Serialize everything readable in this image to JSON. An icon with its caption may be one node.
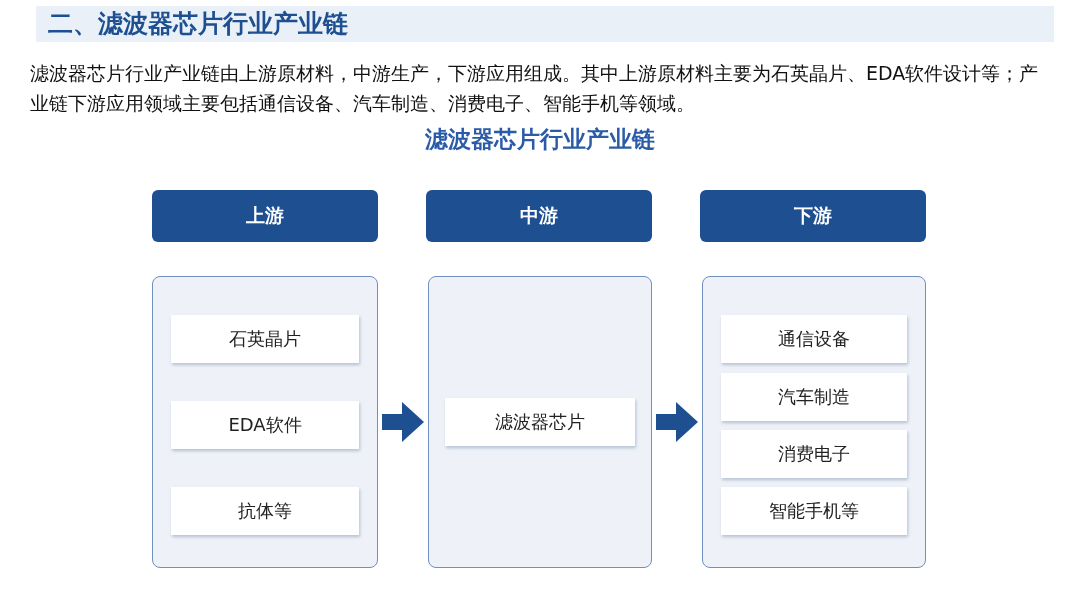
{
  "diagram": {
    "title": "二、滤波器芯片行业产业链",
    "nodes": [
      {
        "text": [
          "上游"
        ]
      },
      {
        "text": [
          "中游"
        ]
      },
      {
        "text": [
          "下游"
        ]
      },
      {
        "text": [],
        "shape": "box"
      },
      {
        "text": [
          "石英晶片"
        ],
        "in": 3
      },
      {
        "text": [
          "EDA软件"
        ],
        "in": 3
      },
      {
        "text": [
          "抗体等"
        ],
        "in": 3
      },
      {
        "text": [],
        "shape": "box"
      },
      {
        "text": [
          "滤波器芯片"
        ],
        "in": 7
      },
      {
        "text": [],
        "shape": "box"
      },
      {
        "text": [
          "通信设备"
        ],
        "in": 9
      },
      {
        "text": [
          "汽车制造"
        ],
        "in": 9
      },
      {
        "text": [
          "消费电子"
        ],
        "in": 9
      },
      {
        "text": [
          "智能手机等"
        ],
        "in": 9
      }
    ],
    "edges": [
      {
        "from": 3,
        "to": 7,
        "arrow": "to"
      },
      {
        "from": 7,
        "to": 9,
        "arrow": "to"
      }
    ],
    "labels": [
      "滤波器芯片行业产业链由上游原材料，中游生产，下游应用组成。其中上游原材料主要为石英晶片、EDA软件设计等；产业链下游应用领域主要包括通信设备、汽车制造、消费电子、智能手机等领域。",
      "滤波器芯片行业产业链"
    ]
  }
}
